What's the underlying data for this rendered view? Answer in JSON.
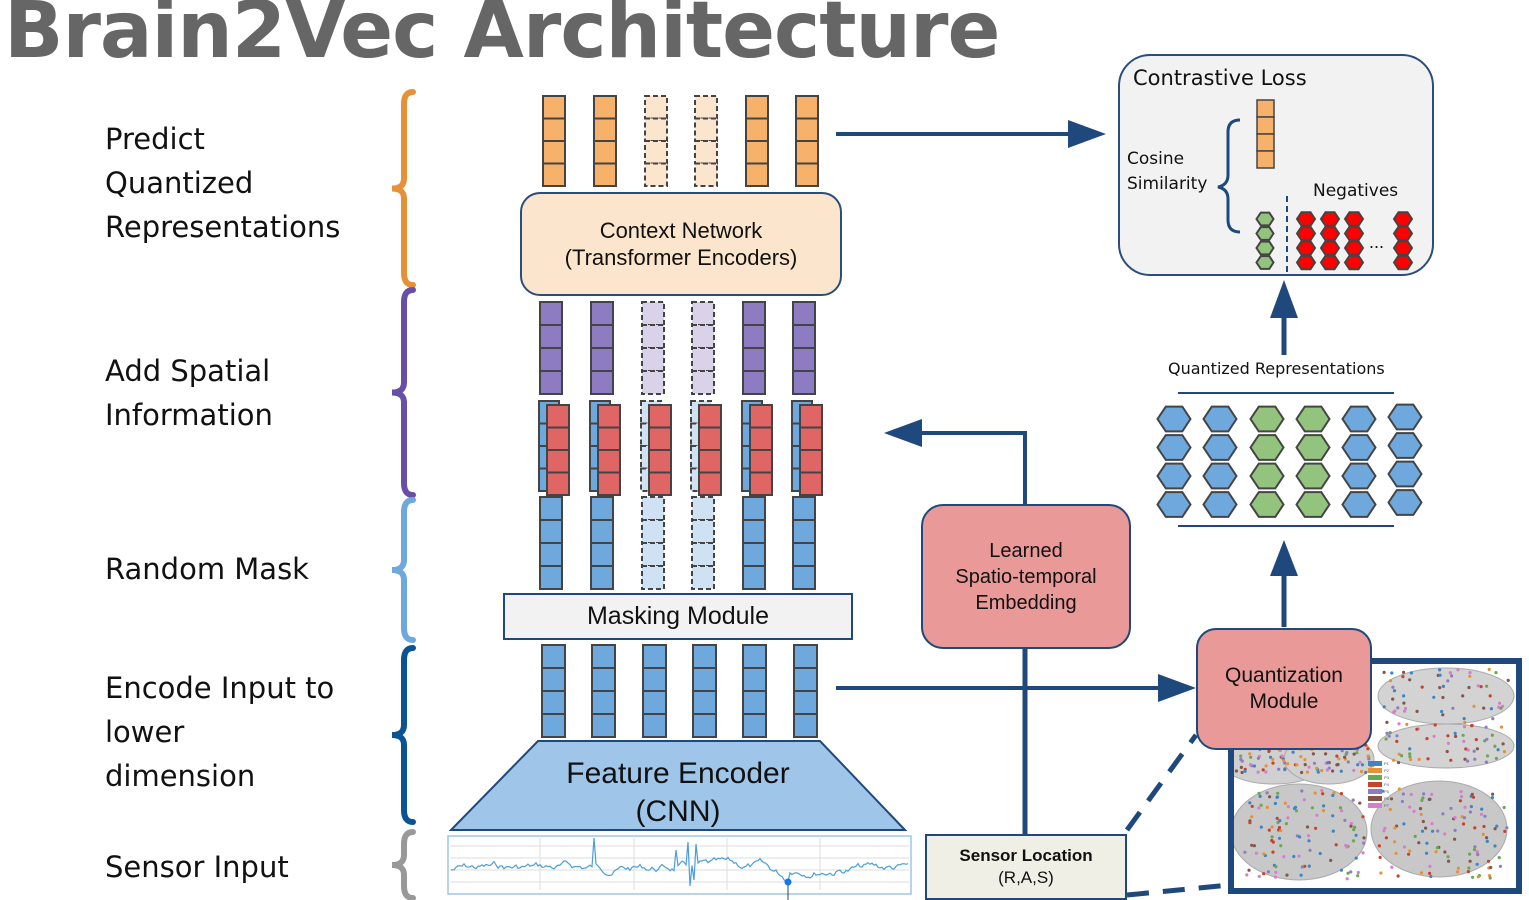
{
  "title": "Brain2Vec Architecture",
  "stages": [
    {
      "id": "predict",
      "label": "Predict\nQuantized\nRepresentations",
      "bracket_color": "#e69138"
    },
    {
      "id": "spatial",
      "label": "Add Spatial\nInformation",
      "bracket_color": "#674ea7"
    },
    {
      "id": "mask",
      "label": "Random Mask",
      "bracket_color": "#6fa8dc"
    },
    {
      "id": "encode",
      "label": "Encode Input to\nlower\ndimension",
      "bracket_color": "#0b5394"
    },
    {
      "id": "sensor",
      "label": "Sensor Input",
      "bracket_color": "#999999"
    }
  ],
  "modules": {
    "context_network": "Context Network\n(Transformer Encoders)",
    "masking_module": "Masking Module",
    "feature_encoder": "Feature Encoder\n(CNN)",
    "spatio_temporal": "Learned\nSpatio-temporal\nEmbedding",
    "quantization": "Quantization\nModule",
    "sensor_location": {
      "line1": "Sensor Location",
      "line2": "(R,A,S)"
    }
  },
  "contrastive": {
    "title": "Contrastive Loss",
    "cosine_label": "Cosine\nSimilarity",
    "negatives_label": "Negatives",
    "ellipsis": "..."
  },
  "quantized_representations_label": "Quantized Representations",
  "token_columns": {
    "count": 6,
    "masked_indices": [
      2,
      3
    ],
    "cells_per_column": 4
  },
  "quantized_columns": [
    "blue",
    "blue",
    "green",
    "green",
    "blue",
    "blue"
  ],
  "brain_legend": [
    "P1",
    "P2",
    "P3",
    "P4",
    "P5",
    "P6",
    "P7"
  ],
  "colors": {
    "orange": "#f6b26b",
    "orange_masked": "#fce5cd",
    "purple": "#8e7cc3",
    "purple_masked": "#d9d2e9",
    "blue": "#6fa8dc",
    "blue_masked": "#cfe2f3",
    "red": "#e06666",
    "green": "#93c47d",
    "neg_red": "#ff0000",
    "arrow": "#1f497d",
    "legend": [
      "#3d85c6",
      "#e69138",
      "#6aa84f",
      "#cc4125",
      "#8e7cc3",
      "#85554a",
      "#d77dce"
    ]
  }
}
